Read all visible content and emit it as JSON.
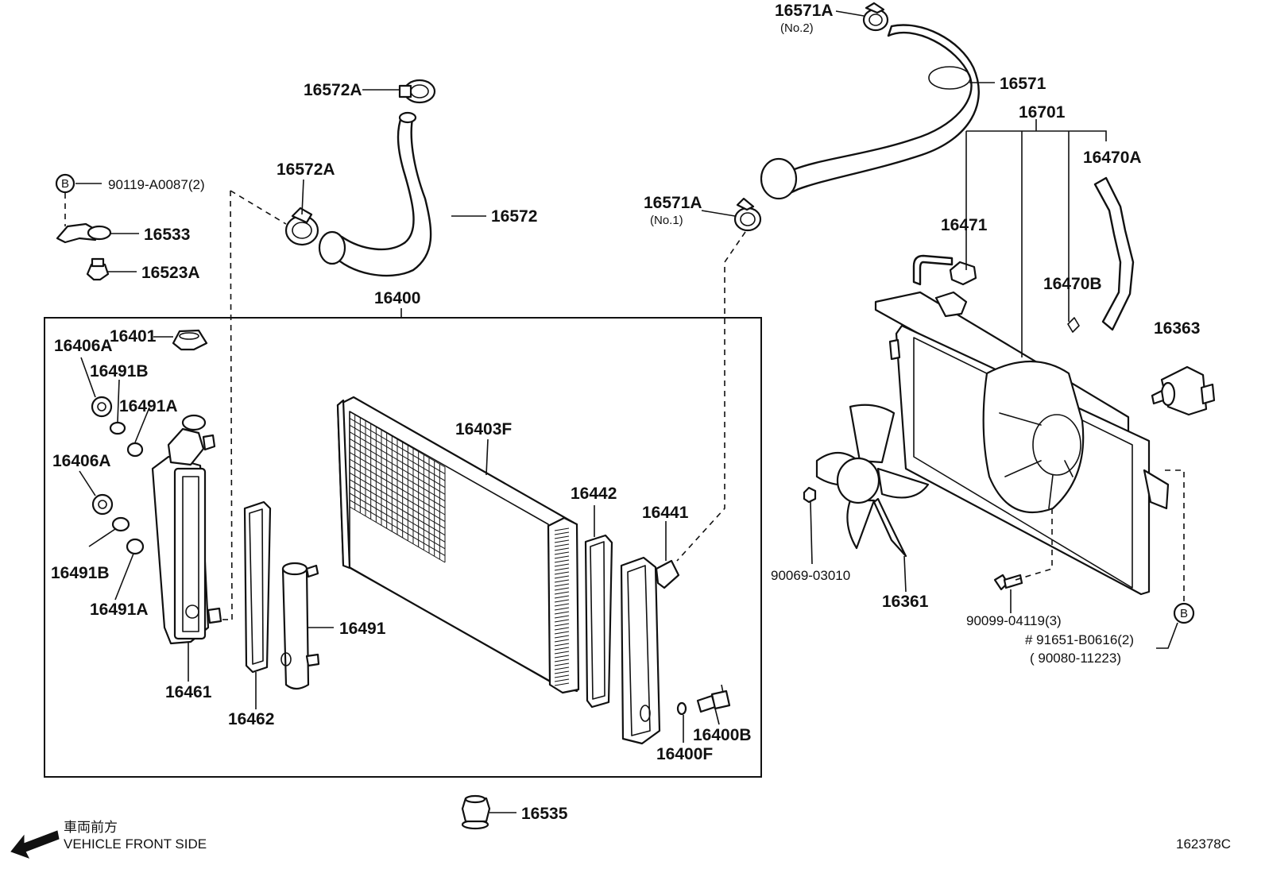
{
  "diagram_id": "162378C",
  "orientation": {
    "jp_label": "車両前方",
    "en_label": "VEHICLE FRONT SIDE"
  },
  "callouts": {
    "b_marker": "B",
    "p16571A_no2": "16571A",
    "p16571A_no2_sub": "(No.2)",
    "p16571": "16571",
    "p16701": "16701",
    "p16572A_top": "16572A",
    "p16572A_mid": "16572A",
    "p16572": "16572",
    "p16571A_no1": "16571A",
    "p16571A_no1_sub": "(No.1)",
    "p16470A": "16470A",
    "p16471": "16471",
    "p16470B": "16470B",
    "p16363": "16363",
    "p90119": "90119-A0087(2)",
    "p16533": "16533",
    "p16523A": "16523A",
    "p16400": "16400",
    "p16401": "16401",
    "p16406A_top": "16406A",
    "p16491B_top": "16491B",
    "p16491A_top": "16491A",
    "p16406A_mid": "16406A",
    "p16491B_mid": "16491B",
    "p16491A_mid": "16491A",
    "p16403F": "16403F",
    "p16442": "16442",
    "p16441": "16441",
    "p16491": "16491",
    "p16461": "16461",
    "p16462": "16462",
    "p16400B": "16400B",
    "p16400F": "16400F",
    "p16535": "16535",
    "p90069": "90069-03010",
    "p16361": "16361",
    "p90099": "90099-04119(3)",
    "p91651": "# 91651-B0616(2)",
    "p90080": "( 90080-11223)"
  }
}
